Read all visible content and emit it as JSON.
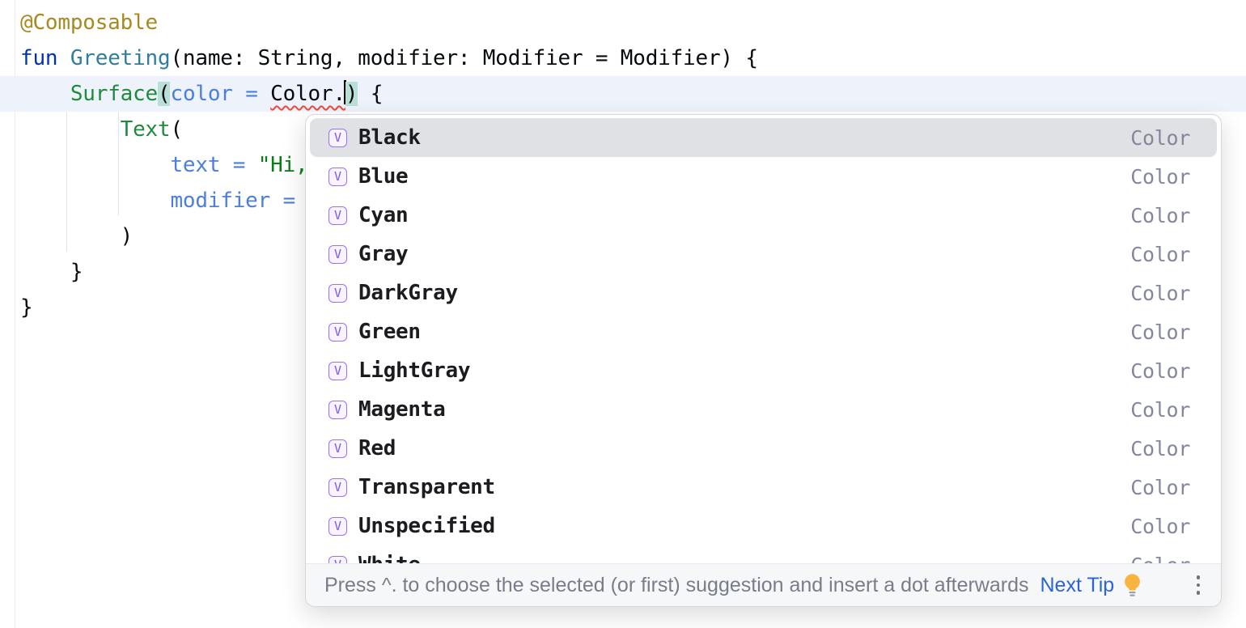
{
  "editor": {
    "language": "Kotlin",
    "current_line_index": 2,
    "lines": [
      {
        "tokens": [
          {
            "text": "@Composable",
            "style": "annotation"
          }
        ]
      },
      {
        "tokens": [
          {
            "text": "fun ",
            "style": "keyword"
          },
          {
            "text": "Greeting",
            "style": "fndecl"
          },
          {
            "text": "(name: String, modifier: Modifier = Modifier) {",
            "style": "plain"
          }
        ]
      },
      {
        "tokens": [
          {
            "text": "    ",
            "style": "plain"
          },
          {
            "text": "Surface",
            "style": "call"
          },
          {
            "text": "(",
            "style": "bracehl"
          },
          {
            "text": "color",
            "style": "named"
          },
          {
            "text": " ",
            "style": "plain"
          },
          {
            "text": "=",
            "style": "named"
          },
          {
            "text": " ",
            "style": "plain"
          },
          {
            "text": "Color.",
            "style": "error"
          },
          {
            "caret": true
          },
          {
            "text": ")",
            "style": "bracehl"
          },
          {
            "text": " {",
            "style": "plain"
          }
        ]
      },
      {
        "tokens": [
          {
            "text": "        ",
            "style": "plain"
          },
          {
            "text": "Text",
            "style": "call"
          },
          {
            "text": "(",
            "style": "plain"
          }
        ]
      },
      {
        "tokens": [
          {
            "text": "            ",
            "style": "plain"
          },
          {
            "text": "text",
            "style": "named"
          },
          {
            "text": " ",
            "style": "plain"
          },
          {
            "text": "=",
            "style": "named"
          },
          {
            "text": " ",
            "style": "plain"
          },
          {
            "text": "\"Hi,",
            "style": "string"
          }
        ]
      },
      {
        "tokens": [
          {
            "text": "            ",
            "style": "plain"
          },
          {
            "text": "modifier",
            "style": "named"
          },
          {
            "text": " ",
            "style": "plain"
          },
          {
            "text": "=",
            "style": "named"
          }
        ]
      },
      {
        "tokens": [
          {
            "text": "        )",
            "style": "plain"
          }
        ]
      },
      {
        "tokens": [
          {
            "text": "    }",
            "style": "plain"
          }
        ]
      },
      {
        "tokens": [
          {
            "text": "}",
            "style": "plain"
          }
        ]
      }
    ]
  },
  "popup": {
    "kind_icon_letter": "V",
    "selected_index": 0,
    "items": [
      {
        "label": "Black",
        "type": "Color"
      },
      {
        "label": "Blue",
        "type": "Color"
      },
      {
        "label": "Cyan",
        "type": "Color"
      },
      {
        "label": "Gray",
        "type": "Color"
      },
      {
        "label": "DarkGray",
        "type": "Color"
      },
      {
        "label": "Green",
        "type": "Color"
      },
      {
        "label": "LightGray",
        "type": "Color"
      },
      {
        "label": "Magenta",
        "type": "Color"
      },
      {
        "label": "Red",
        "type": "Color"
      },
      {
        "label": "Transparent",
        "type": "Color"
      },
      {
        "label": "Unspecified",
        "type": "Color"
      },
      {
        "label": "White",
        "type": "Color"
      }
    ],
    "hint": {
      "text": "Press ^. to choose the selected (or first) suggestion and insert a dot afterwards",
      "link": "Next Tip"
    }
  },
  "colors": {
    "annotation": "#A8891F",
    "keyword": "#0033B3",
    "function_declaration": "#2F7E9D",
    "composable_call_green": "#208A3C",
    "named_argument_blue": "#4A7FE0",
    "string_green": "#067D17",
    "error_squiggle_red": "#F0483C",
    "current_line_bg": "#EEF2FA",
    "brace_match_bg": "#B8DFD8",
    "selected_item_bg": "#DFE1E5",
    "kind_icon_purple": "#8353EA",
    "type_label_gray": "#84879B",
    "link_blue": "#2B63D9",
    "hint_text_gray": "#787D89",
    "lightbulb_yellow": "#F8B43F"
  }
}
